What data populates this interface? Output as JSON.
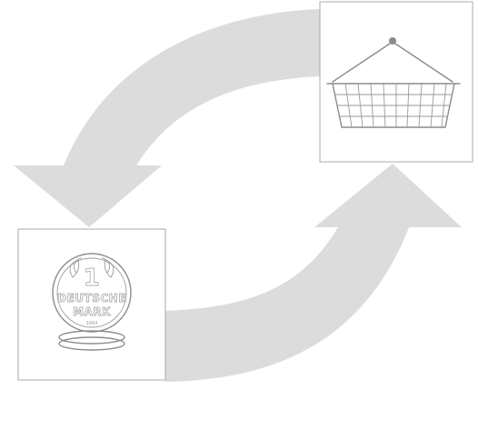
{
  "colors": {
    "arrow_fill": "#dcdcdc",
    "panel_border": "#a9a9a9",
    "line_art": "#8c8c8c",
    "background": "#ffffff"
  },
  "panels": {
    "basket": {
      "icon": "shopping-basket-icon"
    },
    "coin": {
      "icon": "deutsche-mark-coin-icon",
      "denomination": "1",
      "text_line_1": "DEUTSCHE",
      "text_line_2": "MARK",
      "year": "1964"
    }
  },
  "arrows": {
    "top": "curved-arrow-down-left",
    "bottom": "curved-arrow-up-right"
  }
}
